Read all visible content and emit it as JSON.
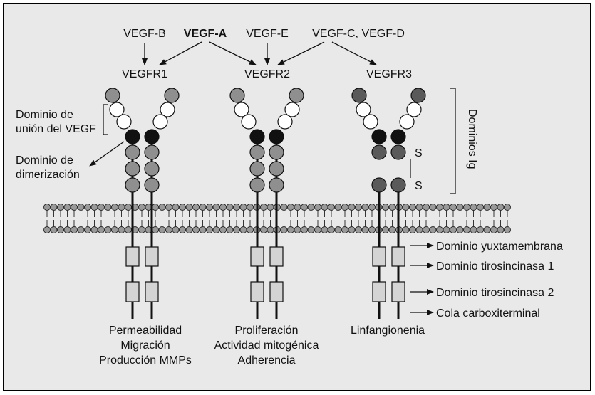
{
  "ligands": {
    "vegf_b": "VEGF-B",
    "vegf_a": "VEGF-A",
    "vegf_e": "VEGF-E",
    "vegf_cd": "VEGF-C, VEGF-D"
  },
  "receptors": {
    "r1": "VEGFR1",
    "r2": "VEGFR2",
    "r3": "VEGFR3"
  },
  "left_labels": {
    "binding_1": "Dominio de",
    "binding_2": "unión del VEGF",
    "dimer_1": "Dominio de",
    "dimer_2": "dimerización"
  },
  "ig_label": "Dominios Ig",
  "disulfide": {
    "s_top": "S",
    "s_bottom": "S"
  },
  "right_labels": {
    "juxta": "Dominio yuxtamembrana",
    "tk1": "Dominio tirosincinasa 1",
    "tk2": "Dominio tirosincinasa 2",
    "tail": "Cola carboxiterminal"
  },
  "functions": {
    "r1": [
      "Permeabilidad",
      "Migración",
      "Producción MMPs"
    ],
    "r2": [
      "Proliferación",
      "Actividad mitogénica",
      "Adherencia"
    ],
    "r3": [
      "Linfangionenia"
    ]
  },
  "colors": {
    "background": "#e9e9e9",
    "gray_domain": "#8f8f8f",
    "dark_domain": "#5a5a5a",
    "black_domain": "#111111",
    "white_domain": "#ffffff",
    "box": "#d4d4d4"
  }
}
